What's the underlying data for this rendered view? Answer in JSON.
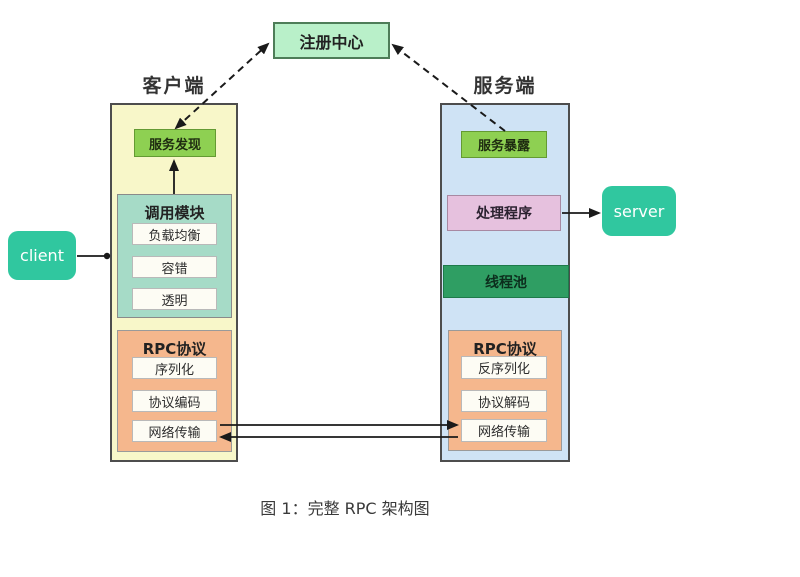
{
  "registry": {
    "label": "注册中心"
  },
  "client_side": {
    "header": "客户端",
    "external_label": "client",
    "service_discovery": "服务发现",
    "call_module": {
      "title": "调用模块",
      "items": [
        "负载均衡",
        "容错",
        "透明"
      ]
    },
    "rpc_protocol": {
      "title": "RPC协议",
      "items": [
        "序列化",
        "协议编码",
        "网络传输"
      ]
    }
  },
  "server_side": {
    "header": "服务端",
    "external_label": "server",
    "service_expose": "服务暴露",
    "handler": "处理程序",
    "thread_pool": "线程池",
    "rpc_protocol": {
      "title": "RPC协议",
      "items": [
        "反序列化",
        "协议解码",
        "网络传输"
      ]
    }
  },
  "caption": "图 1：完整 RPC 架构图",
  "colors": {
    "registry_fill": "#b9f0c9",
    "client_column_fill": "#f8f7c9",
    "server_column_fill": "#cfe3f5",
    "green_label_fill": "#8ed052",
    "call_module_fill": "#a6dbc7",
    "rpc_block_fill": "#f5b78d",
    "handler_fill": "#e6c1de",
    "thread_pool_fill": "#2f9e63",
    "pill_fill": "#30c79f",
    "arrow_color": "#1a1a1a"
  }
}
